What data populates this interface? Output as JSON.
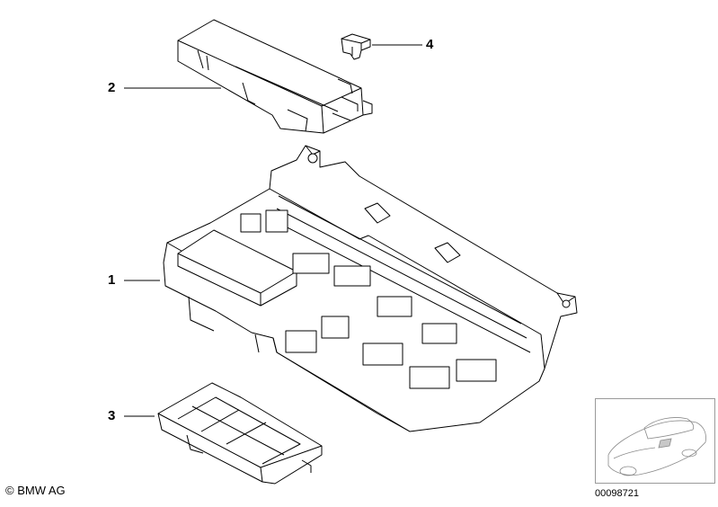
{
  "callouts": [
    {
      "id": "1",
      "label": "1"
    },
    {
      "id": "2",
      "label": "2"
    },
    {
      "id": "3",
      "label": "3"
    },
    {
      "id": "4",
      "label": "4"
    }
  ],
  "footer": {
    "copyright": "© BMW AG",
    "drawing_number": "00098721"
  },
  "icons": {
    "copyright": "copyright-icon"
  }
}
